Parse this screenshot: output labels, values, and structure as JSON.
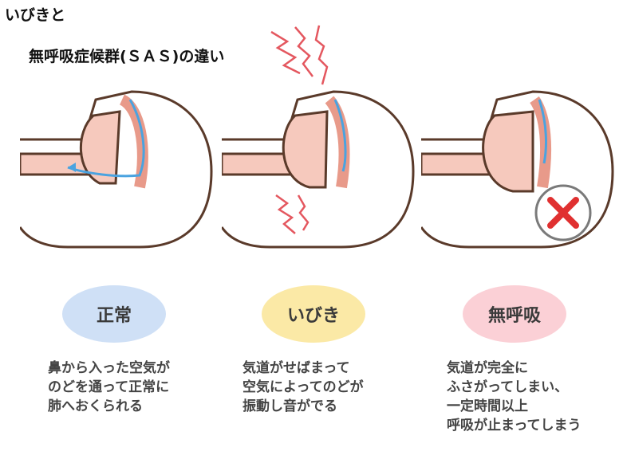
{
  "title": {
    "line1": "いびきと",
    "line2": "無呼吸症候群(ＳＡＳ)の違い"
  },
  "panels": [
    {
      "label": "正常",
      "desc": [
        "鼻から入った空気が",
        "のどを通って正常に",
        "肺へおくられる"
      ]
    },
    {
      "label": "いびき",
      "desc": [
        "気道がせばまって",
        "空気によってのどが",
        "振動し音がでる"
      ]
    },
    {
      "label": "無呼吸",
      "desc": [
        "気道が完全に",
        "ふさがってしまい、",
        "一定時間以上",
        "呼吸が止まってしまう"
      ]
    }
  ],
  "colors": {
    "outline": "#5a3a2a",
    "flesh": "#f6c9bd",
    "flesh_dark": "#e89a8a",
    "airflow": "#4aa3e0",
    "vibration": "#e4575f",
    "block_x": "#e03030"
  },
  "icons": {
    "snore_vibration": "zigzag-lines",
    "blocked": "x-mark"
  }
}
